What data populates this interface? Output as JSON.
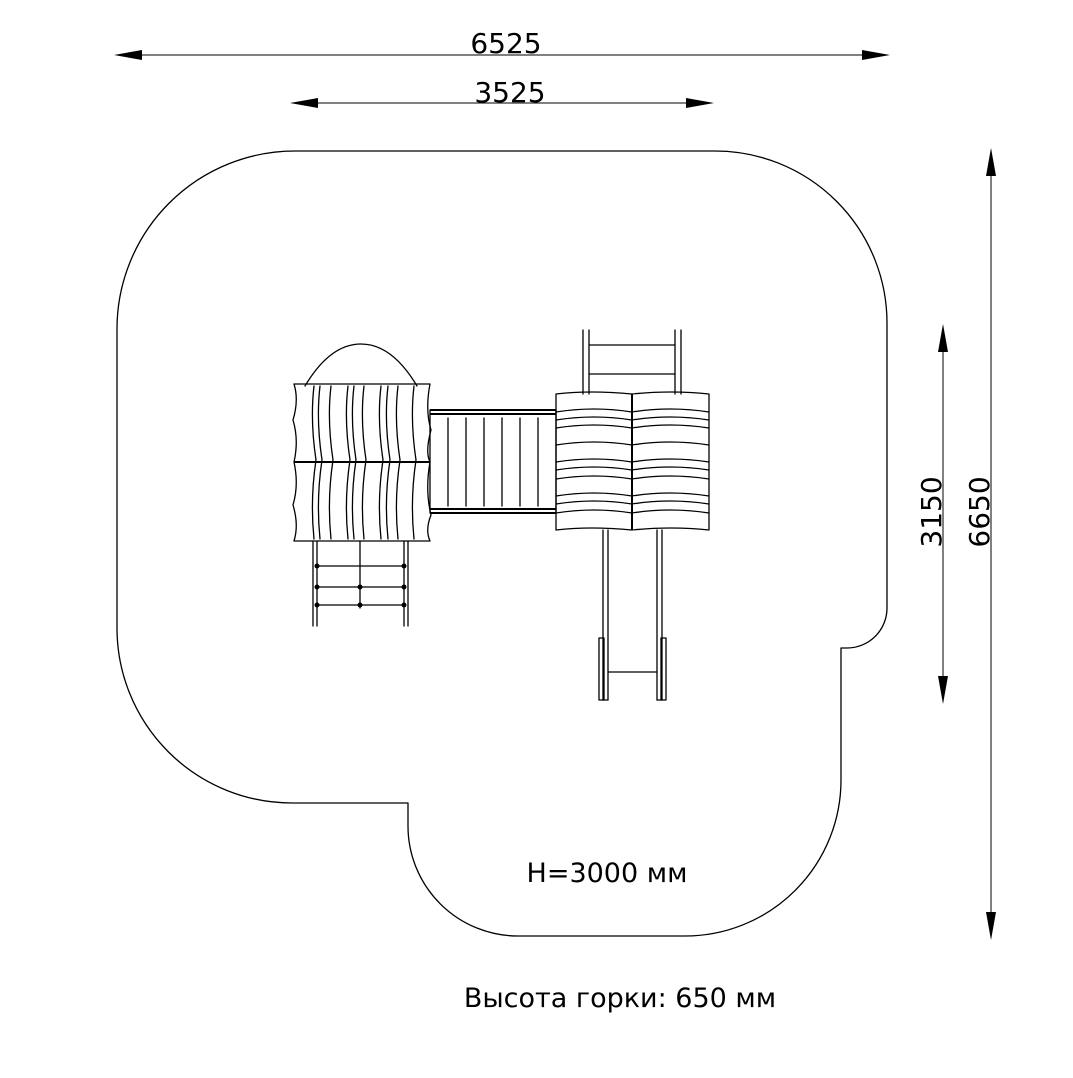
{
  "dimensions": {
    "overall_width": "6525",
    "equipment_width": "3525",
    "equipment_depth": "3150",
    "overall_depth": "6650"
  },
  "annotations": {
    "height_label": "H=3000 мм",
    "slide_height_label": "Высота горки: 650 мм"
  }
}
